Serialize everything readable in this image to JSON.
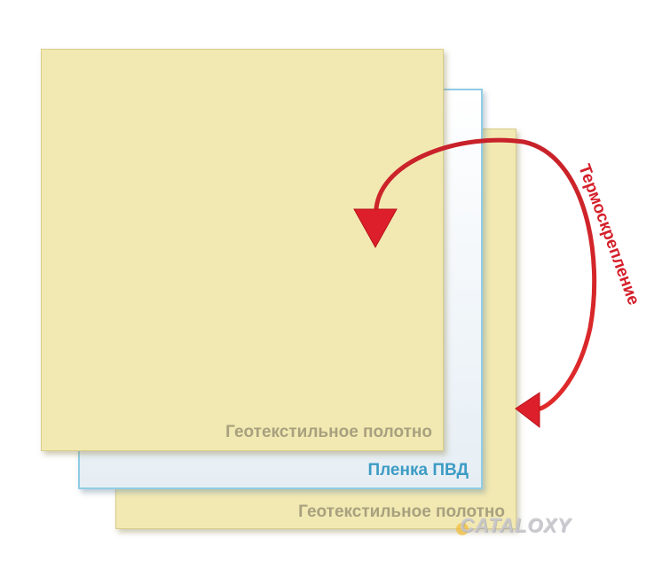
{
  "layers": {
    "front_label": "Геотекстильное полотно",
    "film_label": "Пленка ПВД",
    "back_label": "Геотекстильное полотно"
  },
  "process": {
    "label": "Термоскрепление"
  },
  "watermark": "CATALOXY",
  "colors": {
    "geotextile": "#f2e9b2",
    "film_border": "#8fcde6",
    "arrow": "#d4202a",
    "film_text": "#3d9cc4",
    "geotextile_text": "#a8a07e"
  }
}
